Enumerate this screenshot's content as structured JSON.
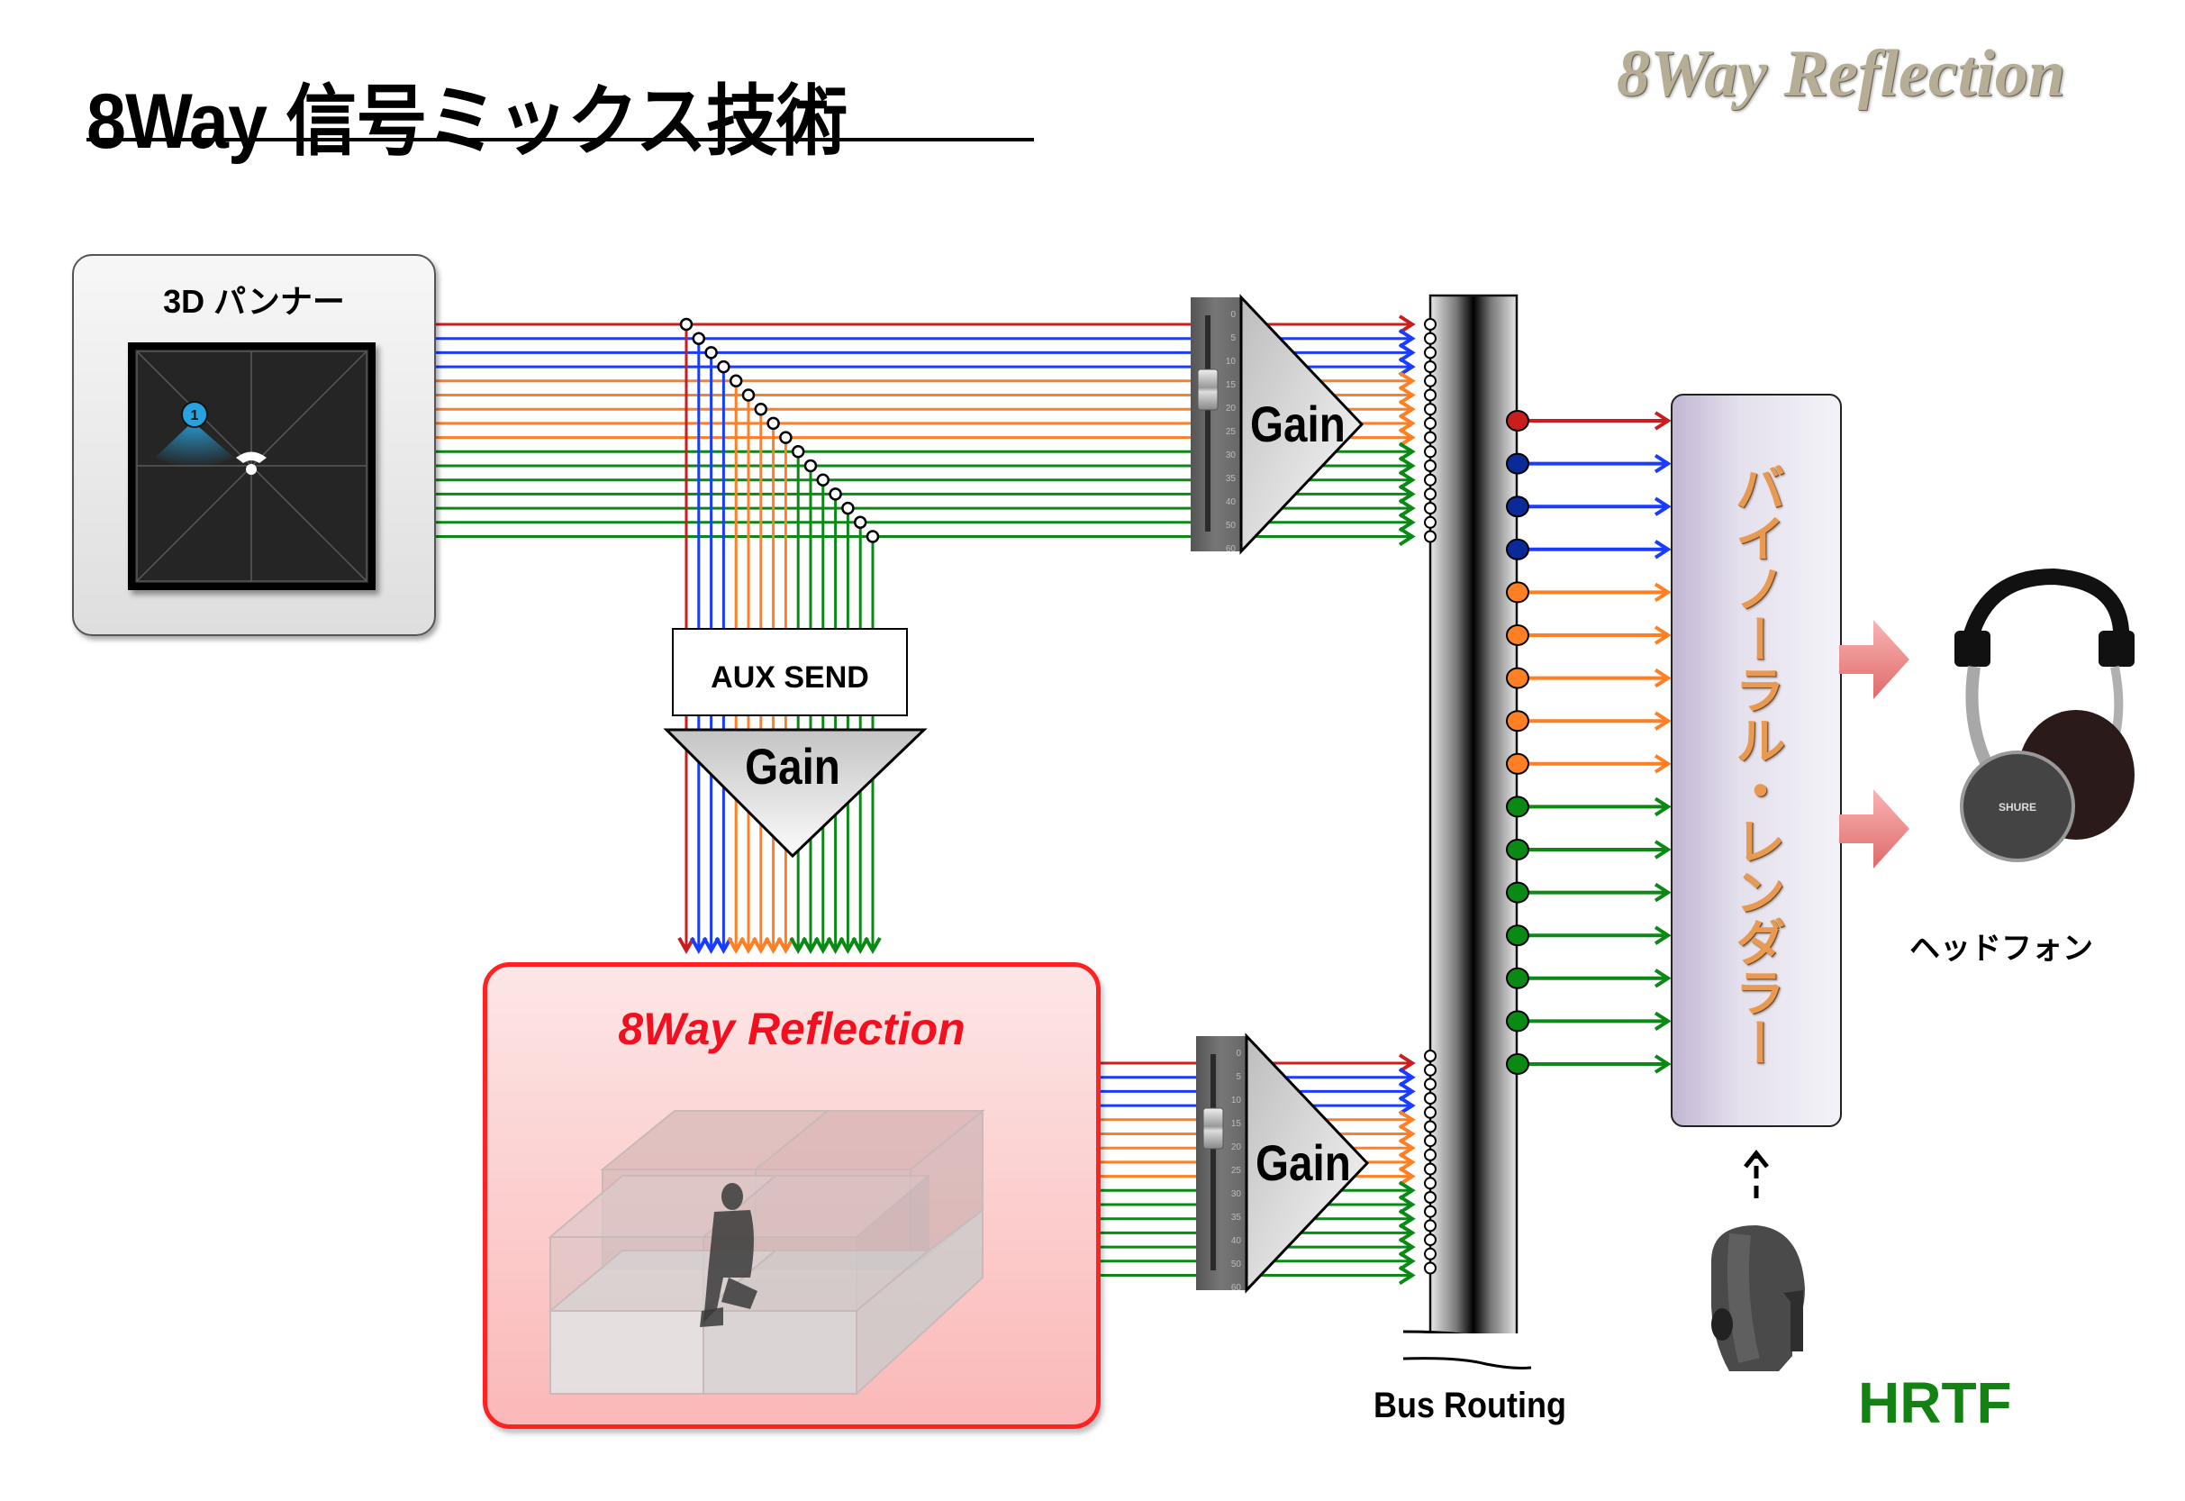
{
  "header": {
    "title": "8Way 信号ミックス技術",
    "brand_logo": "8Way Reflection"
  },
  "panner": {
    "title": "3D パンナー",
    "source_badge": "1",
    "icons": [
      "speaker-source-icon",
      "listener-icon"
    ]
  },
  "aux_send": {
    "label": "AUX SEND",
    "gain_label": "Gain"
  },
  "direct_gain": {
    "label": "Gain",
    "scale": [
      "0",
      "5",
      "10",
      "15",
      "20",
      "25",
      "30",
      "35",
      "40",
      "50",
      "60"
    ]
  },
  "reflection_gain": {
    "label": "Gain",
    "scale": [
      "0",
      "5",
      "10",
      "15",
      "20",
      "25",
      "30",
      "35",
      "40",
      "50",
      "60"
    ]
  },
  "reflection_module": {
    "title": "8Way Reflection"
  },
  "bus": {
    "label": "Bus Routing"
  },
  "renderer": {
    "label": "バイノーラル・レンダラー"
  },
  "headphones": {
    "label": "ヘッドフォン"
  },
  "hrtf": {
    "label": "HRTF"
  },
  "channels": {
    "groups": [
      {
        "name": "red",
        "count": 1,
        "color": "#c81e1e",
        "node_color": "#c81e1e"
      },
      {
        "name": "blue",
        "count": 3,
        "color": "#1a3cff",
        "node_color": "#0a2a9a"
      },
      {
        "name": "orange",
        "count": 5,
        "color": "#ff7f24",
        "node_color": "#ff7f24"
      },
      {
        "name": "green",
        "count": 7,
        "color": "#0a8a14",
        "node_color": "#0a8a14"
      }
    ],
    "total": 16
  },
  "colors": {
    "arrow_pink": "#f08080",
    "reflection_border": "#ff2222",
    "hrtf_green": "#128212",
    "renderer_text": "#e89a52"
  }
}
